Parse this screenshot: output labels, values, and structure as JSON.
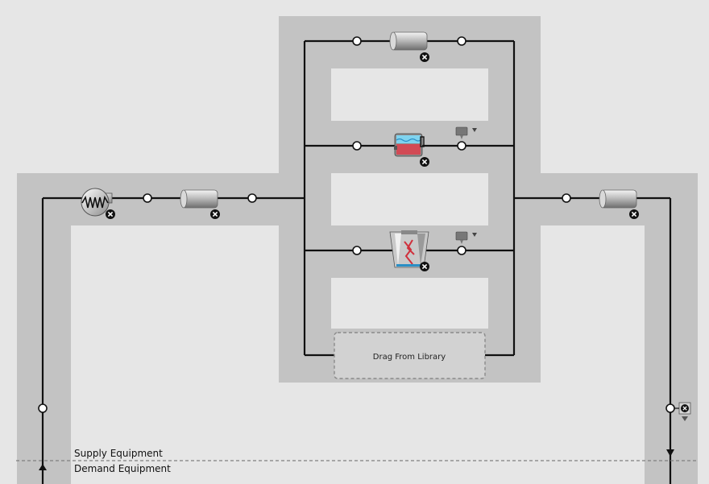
{
  "diagram": {
    "drop_zone": {
      "label": "Drag From Library"
    },
    "sections": {
      "supply_label": "Supply Equipment",
      "demand_label": "Demand Equipment"
    },
    "components": [
      {
        "id": "pump",
        "icon": "pump-icon",
        "removable": true
      },
      {
        "id": "pipe-supply-inlet",
        "icon": "pipe-icon",
        "removable": true
      },
      {
        "id": "pipe-bypass",
        "icon": "pipe-icon",
        "removable": true
      },
      {
        "id": "district-heating",
        "icon": "district-heating-icon",
        "removable": true
      },
      {
        "id": "cooling-tower",
        "icon": "cooling-tower-icon",
        "removable": true
      },
      {
        "id": "pipe-supply-outlet",
        "icon": "pipe-icon",
        "removable": true
      },
      {
        "id": "setpoint-manager",
        "icon": "setpoint-manager-icon",
        "removable": true
      }
    ],
    "colors": {
      "canvas": "#e6e6e6",
      "loop_band": "#c3c3c3",
      "line": "#111111",
      "drop_zone_border": "#8a8a8a"
    }
  }
}
